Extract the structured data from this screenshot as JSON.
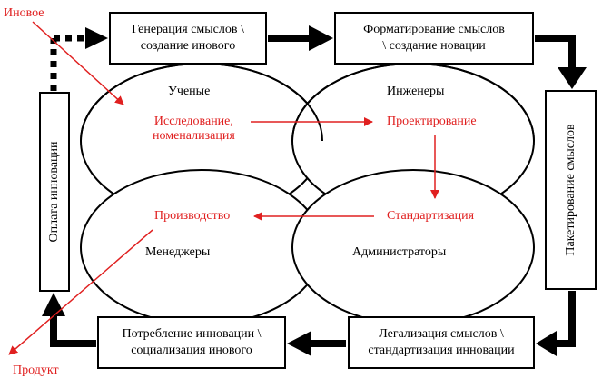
{
  "process_boxes": {
    "generation": {
      "line1": "Генерация смыслов \\",
      "line2": "создание инового"
    },
    "formatting": {
      "line1": "Форматирование смыслов",
      "line2": "\\ создание новации"
    },
    "packaging": {
      "text": "Пакетирование смыслов"
    },
    "legalization": {
      "line1": "Легализация смыслов \\",
      "line2": "стандартизация инновации"
    },
    "consumption": {
      "line1": "Потребление инновации \\",
      "line2": "социализация инового"
    },
    "payment": {
      "text": "Оплата инновации"
    }
  },
  "roles": {
    "scientists": "Ученые",
    "engineers": "Инженеры",
    "managers": "Менеджеры",
    "administrators": "Администраторы"
  },
  "activities": {
    "research_line1": "Исследование,",
    "research_line2": "номенализация",
    "design": "Проектирование",
    "standardization": "Стандартизация",
    "production": "Производство"
  },
  "endpoints": {
    "input": "Иновое",
    "output": "Продукт"
  },
  "colors": {
    "black": "#000000",
    "red": "#e02020"
  }
}
